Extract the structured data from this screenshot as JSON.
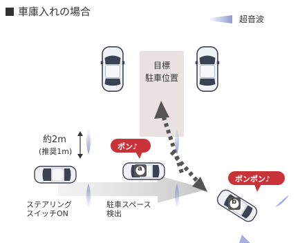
{
  "title": "車庫入れの場合",
  "legend": {
    "label": "超音波"
  },
  "target": {
    "line1": "目標",
    "line2": "駐車位置"
  },
  "distance": {
    "main": "約2m",
    "sub": "(推奨1m)"
  },
  "bubbles": {
    "first": "ポン♪",
    "second": "ポンポン♪"
  },
  "markers": {
    "a": "a",
    "b": "b"
  },
  "steps": {
    "switch_line1": "ステアリング",
    "switch_line2": "スイッチON",
    "detect_line1": "駐車スペース",
    "detect_line2": "検出"
  },
  "colors": {
    "bubble": "#c8333a",
    "wave": "#8f9cd4",
    "car": "#e8ebf0",
    "arrow": "#555555",
    "target_bg": "#e9e2e0"
  }
}
